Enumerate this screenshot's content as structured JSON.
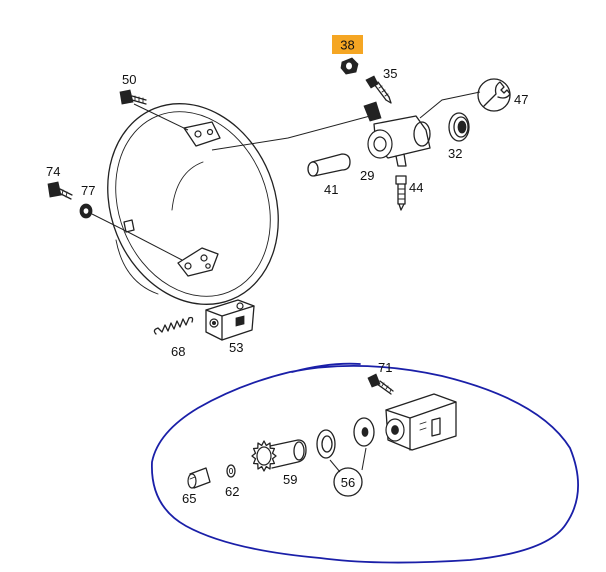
{
  "diagram": {
    "highlight_color": "#F5A623",
    "circle_color": "#1A1FA8",
    "highlighted_label": {
      "text": "38"
    },
    "labels": {
      "p50": "50",
      "p35": "35",
      "p47": "47",
      "p32": "32",
      "p29": "29",
      "p41": "41",
      "p44": "44",
      "p74": "74",
      "p77": "77",
      "p68": "68",
      "p53": "53",
      "p71": "71",
      "p59": "59",
      "p56": "56",
      "p65": "65",
      "p62": "62"
    }
  }
}
